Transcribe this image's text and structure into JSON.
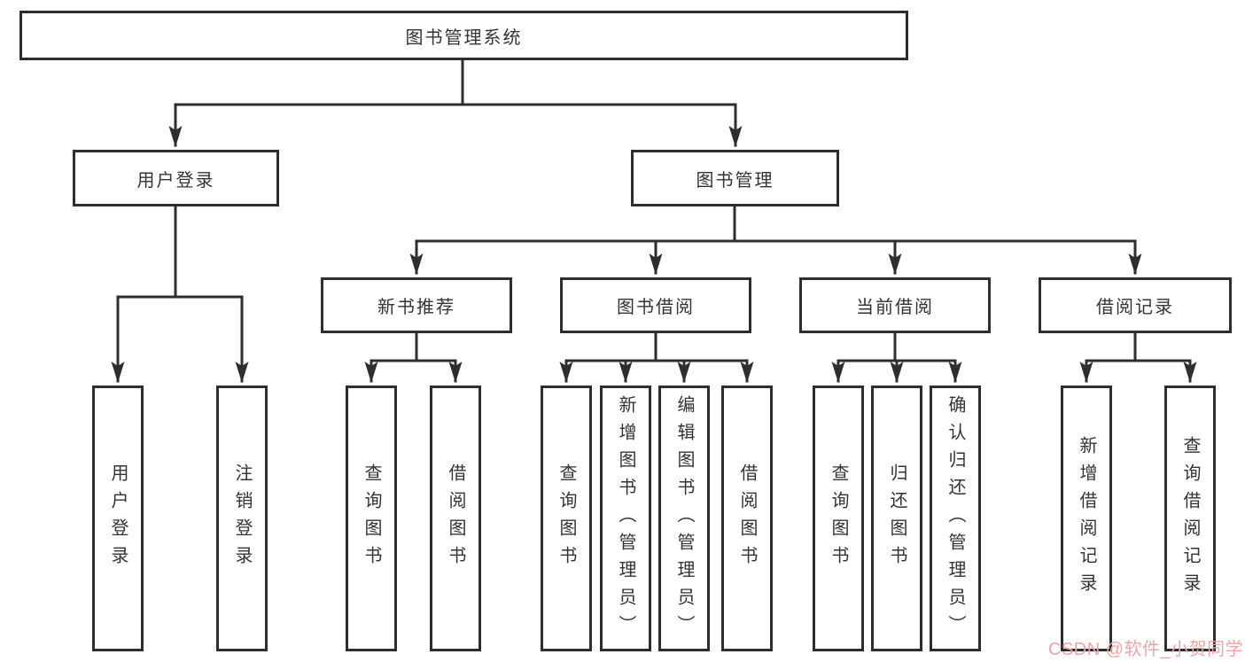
{
  "diagram": {
    "root": {
      "label": "图书管理系统"
    },
    "branches": [
      {
        "label": "用户登录",
        "children": [
          {
            "label": "用户登录"
          },
          {
            "label": "注销登录"
          }
        ]
      },
      {
        "label": "图书管理",
        "children": [
          {
            "label": "新书推荐",
            "children": [
              {
                "label": "查询图书"
              },
              {
                "label": "借阅图书"
              }
            ]
          },
          {
            "label": "图书借阅",
            "children": [
              {
                "label": "查询图书"
              },
              {
                "label": "新增图书（管理员）"
              },
              {
                "label": "编辑图书（管理员）"
              },
              {
                "label": "借阅图书"
              }
            ]
          },
          {
            "label": "当前借阅",
            "children": [
              {
                "label": "查询图书"
              },
              {
                "label": "归还图书"
              },
              {
                "label": "确认归还（管理员）"
              }
            ]
          },
          {
            "label": "借阅记录",
            "children": [
              {
                "label": "新增借阅记录"
              },
              {
                "label": "查询借阅记录"
              }
            ]
          }
        ]
      }
    ]
  },
  "watermark": {
    "text": "CSDN @软件_小贺同学",
    "color": "#f0a4a4"
  },
  "colors": {
    "line": "#2e2e2e",
    "border": "#2e2e2e",
    "text": "#333333",
    "background": "#ffffff"
  }
}
